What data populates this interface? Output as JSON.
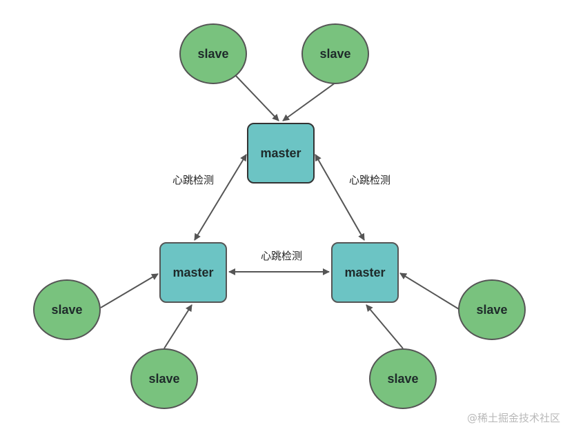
{
  "nodes": {
    "slave_1": "slave",
    "slave_2": "slave",
    "master_top": "master",
    "master_left": "master",
    "master_right": "master",
    "slave_3": "slave",
    "slave_4": "slave",
    "slave_5": "slave",
    "slave_6": "slave"
  },
  "edge_labels": {
    "top_left": "心跳检测",
    "top_right": "心跳检测",
    "left_right": "心跳检测"
  },
  "colors": {
    "slave_fill": "#79c27e",
    "slave_stroke": "#555555",
    "master_fill": "#6cc4c4",
    "master_stroke": "#333333",
    "arrow": "#555555"
  },
  "watermark": "@稀土掘金技术社区"
}
